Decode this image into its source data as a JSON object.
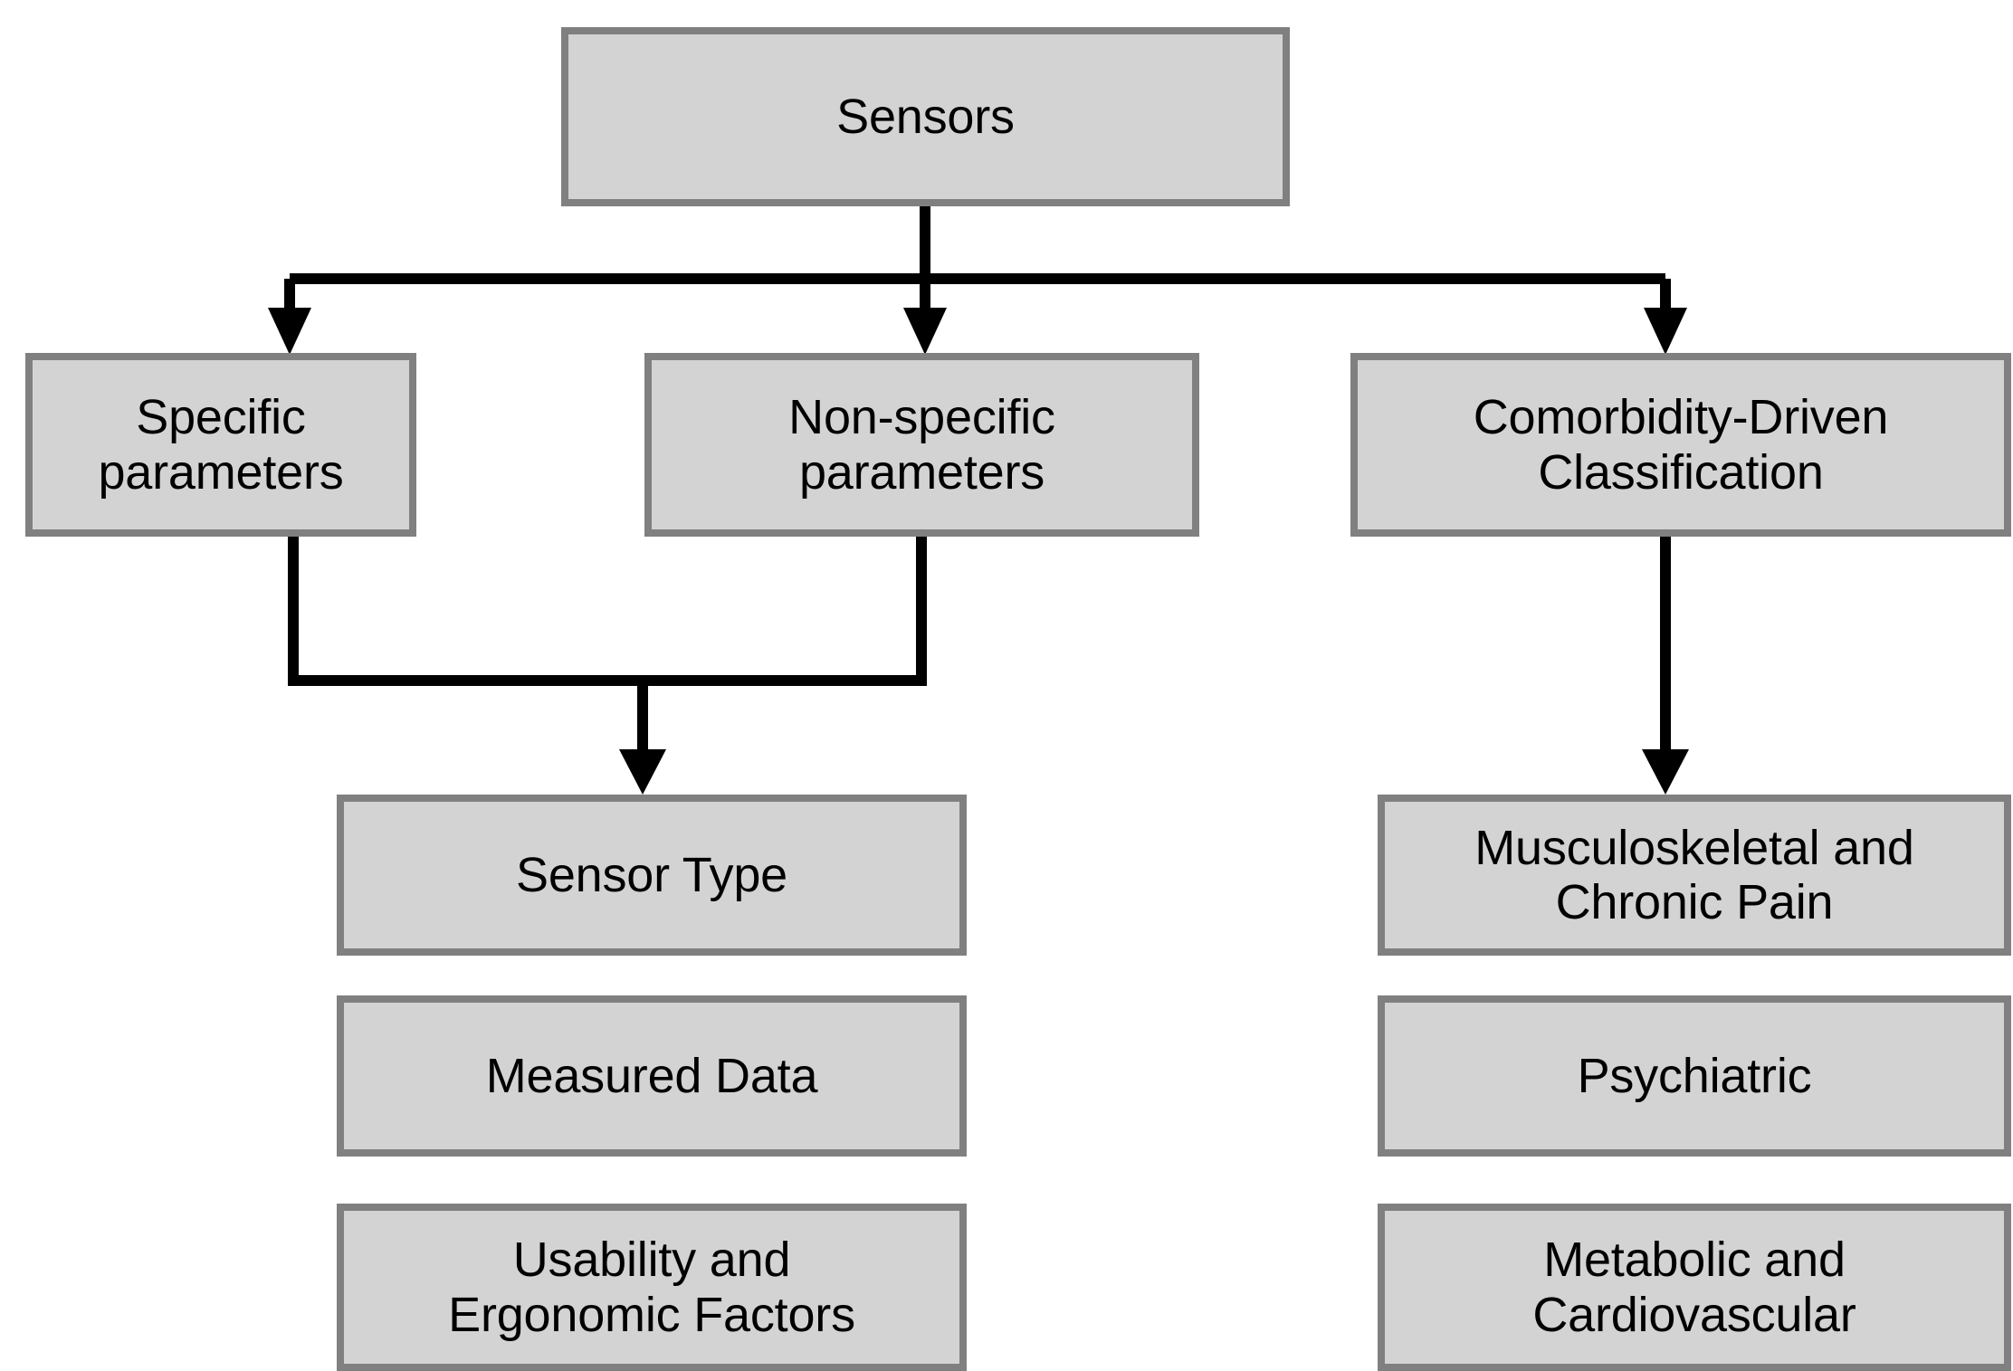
{
  "diagram": {
    "title": "Sensors classification hierarchy",
    "colors": {
      "node_fill": "#d3d3d3",
      "node_border": "#808080",
      "connector": "#000000",
      "text": "#000000",
      "background": "#ffffff"
    },
    "nodes": {
      "root": {
        "label": "Sensors"
      },
      "specific_parameters": {
        "label": "Specific\nparameters"
      },
      "non_specific_parameters": {
        "label": "Non-specific\nparameters"
      },
      "comorbidity_classification": {
        "label": "Comorbidity-Driven\nClassification"
      },
      "sensor_type": {
        "label": "Sensor Type"
      },
      "measured_data": {
        "label": "Measured Data"
      },
      "usability_ergonomics": {
        "label": "Usability and\nErgonomic Factors"
      },
      "musculoskeletal_chronic_pain": {
        "label": "Musculoskeletal and\nChronic Pain"
      },
      "psychiatric": {
        "label": "Psychiatric"
      },
      "metabolic_cardiovascular": {
        "label": "Metabolic and\nCardiovascular"
      }
    },
    "edges": [
      {
        "from": "root",
        "to": "specific_parameters"
      },
      {
        "from": "root",
        "to": "non_specific_parameters"
      },
      {
        "from": "root",
        "to": "comorbidity_classification"
      },
      {
        "from": "specific_parameters",
        "to": "sensor_type"
      },
      {
        "from": "non_specific_parameters",
        "to": "sensor_type"
      },
      {
        "from": "comorbidity_classification",
        "to": "musculoskeletal_chronic_pain"
      }
    ]
  }
}
